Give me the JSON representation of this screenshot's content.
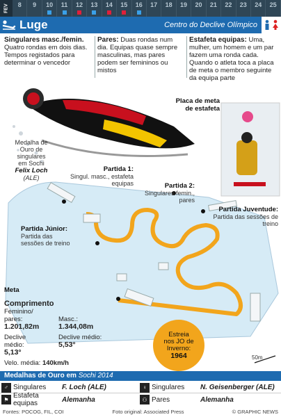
{
  "date_strip": {
    "month": "FEV",
    "days": [
      {
        "num": "8",
        "marker": ""
      },
      {
        "num": "9",
        "marker": ""
      },
      {
        "num": "10",
        "marker": "blue"
      },
      {
        "num": "11",
        "marker": "blue"
      },
      {
        "num": "12",
        "marker": "red"
      },
      {
        "num": "13",
        "marker": "blue"
      },
      {
        "num": "14",
        "marker": "red"
      },
      {
        "num": "15",
        "marker": "red"
      },
      {
        "num": "16",
        "marker": "blue"
      },
      {
        "num": "17",
        "marker": ""
      },
      {
        "num": "18",
        "marker": ""
      },
      {
        "num": "19",
        "marker": ""
      },
      {
        "num": "20",
        "marker": ""
      },
      {
        "num": "21",
        "marker": ""
      },
      {
        "num": "22",
        "marker": ""
      },
      {
        "num": "23",
        "marker": ""
      },
      {
        "num": "24",
        "marker": ""
      },
      {
        "num": "25",
        "marker": ""
      }
    ]
  },
  "title_bar": {
    "title": "Luge",
    "venue": "Centro do Declive Olímpico",
    "sport_icon": "luge-icon",
    "gender_icon": "male-female-icon"
  },
  "events": [
    {
      "title": "Singulares masc./femin.",
      "text": "Quatro rondas em dois dias. Tempos registados para determinar o vencedor"
    },
    {
      "title": "Pares:",
      "text": "Duas rondas num dia. Equipas quase sempre masculinas, mas pares podem ser femininos ou mistos"
    },
    {
      "title": "Estafeta equipas:",
      "text": "Uma, mulher, um homem e um par fazem uma ronda cada. Quando o atleta toca a placa de meta o membro seguinte da equipa parte"
    }
  ],
  "athlete_caption": {
    "line1": "Medalha de",
    "line2": "Ouro de singulares",
    "line3": "em Sochi",
    "name": "Felix Loch",
    "country": "(ALE)"
  },
  "relay_plate": {
    "title": "Placa de meta",
    "title2": "de estafeta"
  },
  "track_labels": {
    "start1": {
      "title": "Partida 1:",
      "text": "Singul. masc., estafeta equipas"
    },
    "start2": {
      "title": "Partida 2:",
      "text": "Singulares femin., pares"
    },
    "youth": {
      "title": "Partida Juventude:",
      "text": "Partida das sessões de treino"
    },
    "junior": {
      "title": "Partida Júnior:",
      "text": "Partida das sessões de treino"
    },
    "finish": {
      "title": "Meta"
    },
    "scale": "50m"
  },
  "stats": {
    "heading": "Comprimento",
    "fem_label": "Feminino/ pares:",
    "fem_value": "1.201,82m",
    "masc_label": "Masc.:",
    "masc_value": "1.344,08m",
    "grad1_label": "Declive médio:",
    "grad1_value": "5,13°",
    "grad2_label": "Declive médio:",
    "grad2_value": "5,53°",
    "speed_label": "Velo. média:",
    "speed_value": "140km/h"
  },
  "debut": {
    "line1": "Estreia",
    "line2": "nos JO de",
    "line3": "Inverno:",
    "year": "1964"
  },
  "medals": {
    "heading": "Medalhas de Ouro em",
    "heading_place": "Sochi 2014",
    "rows": [
      [
        {
          "icon": "singles-icon",
          "event": "Singulares",
          "winner": "F. Loch (ALE)"
        },
        {
          "icon": "singles-female-icon",
          "event": "Singulares",
          "winner": "N. Geisenberger (ALE)"
        }
      ],
      [
        {
          "icon": "relay-icon",
          "event": "Estafeta equipas",
          "winner": "Alemanha"
        },
        {
          "icon": "pairs-icon",
          "event": "Pares",
          "winner": "Alemanha"
        }
      ]
    ]
  },
  "footer": {
    "sources": "Fontes: POCOG, FIL, COI",
    "photo": "Foto original: Associated Press",
    "copyright": "© GRAPHIC NEWS"
  },
  "colors": {
    "brand_blue": "#1e6bb0",
    "strip_dark": "#2f4656",
    "track": "#f2a51c",
    "ice": "#d6ebf6"
  }
}
